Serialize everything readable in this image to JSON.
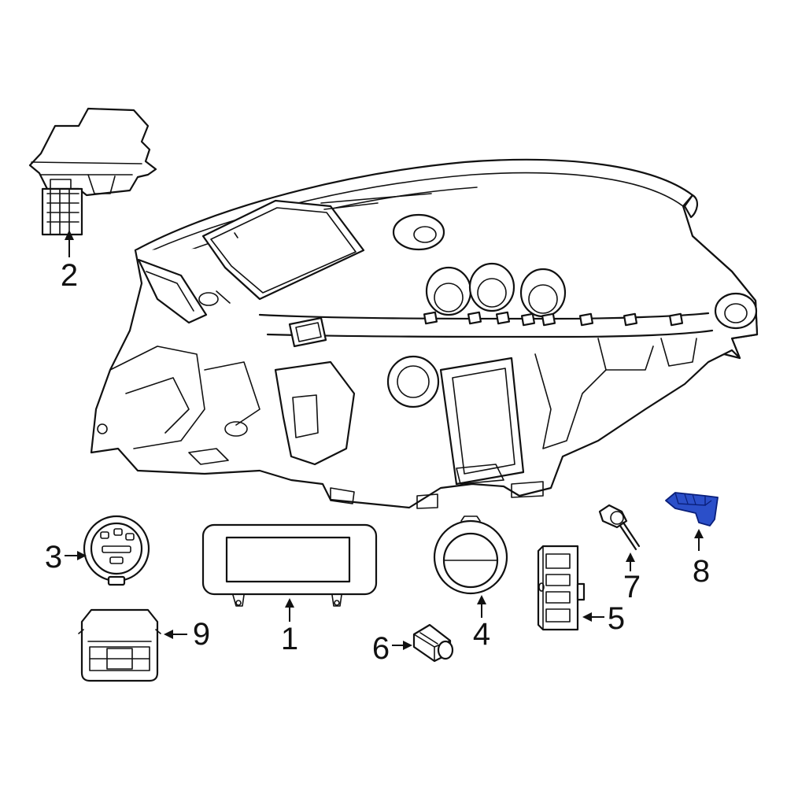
{
  "callouts": [
    {
      "id": "1",
      "label": "1"
    },
    {
      "id": "2",
      "label": "2"
    },
    {
      "id": "3",
      "label": "3"
    },
    {
      "id": "4",
      "label": "4"
    },
    {
      "id": "5",
      "label": "5"
    },
    {
      "id": "6",
      "label": "6"
    },
    {
      "id": "7",
      "label": "7"
    },
    {
      "id": "8",
      "label": "8"
    },
    {
      "id": "9",
      "label": "9"
    }
  ],
  "colors": {
    "line": "#111111",
    "background": "#ffffff",
    "highlight_fill": "#2b4fc9",
    "highlight_stroke": "#0a1f7a"
  },
  "highlighted_part": "8"
}
